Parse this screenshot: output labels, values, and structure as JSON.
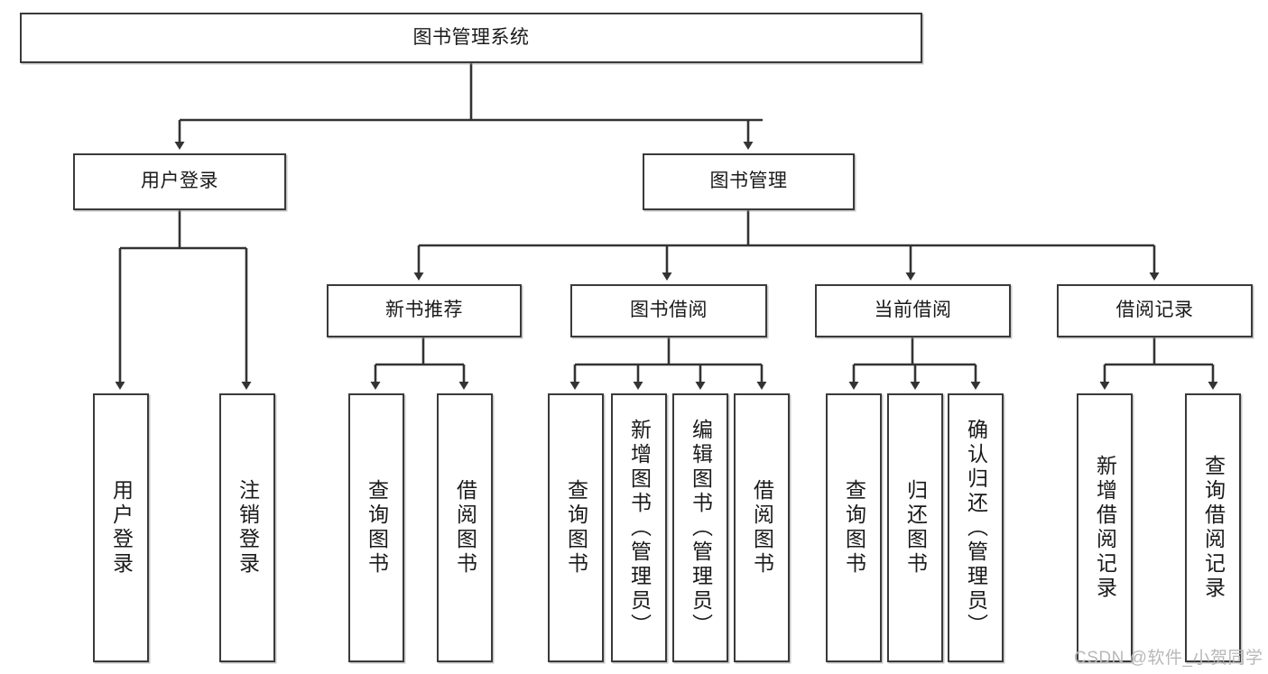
{
  "diagram": {
    "type": "tree-hierarchy-functional-decomposition",
    "root": {
      "id": "root",
      "label": "图书管理系统"
    },
    "level2": [
      {
        "id": "user-login",
        "label": "用户登录"
      },
      {
        "id": "book-management",
        "label": "图书管理"
      }
    ],
    "level3": [
      {
        "id": "new-book-recommend",
        "label": "新书推荐",
        "parent": "book-management"
      },
      {
        "id": "book-borrow",
        "label": "图书借阅",
        "parent": "book-management"
      },
      {
        "id": "current-borrow",
        "label": "当前借阅",
        "parent": "book-management"
      },
      {
        "id": "borrow-record",
        "label": "借阅记录",
        "parent": "book-management"
      }
    ],
    "leaves": [
      {
        "id": "leaf-user-login",
        "label": "用户登录",
        "parent": "user-login"
      },
      {
        "id": "leaf-logout-login",
        "label": "注销登录",
        "parent": "user-login"
      },
      {
        "id": "leaf-query-book-1",
        "label": "查询图书",
        "parent": "new-book-recommend"
      },
      {
        "id": "leaf-borrow-book-1",
        "label": "借阅图书",
        "parent": "new-book-recommend"
      },
      {
        "id": "leaf-query-book-2",
        "label": "查询图书",
        "parent": "book-borrow"
      },
      {
        "id": "leaf-add-book",
        "label": "新增图书（管理员）",
        "parent": "book-borrow"
      },
      {
        "id": "leaf-edit-book",
        "label": "编辑图书（管理员）",
        "parent": "book-borrow"
      },
      {
        "id": "leaf-borrow-book-2",
        "label": "借阅图书",
        "parent": "book-borrow"
      },
      {
        "id": "leaf-query-book-3",
        "label": "查询图书",
        "parent": "current-borrow"
      },
      {
        "id": "leaf-return-book",
        "label": "归还图书",
        "parent": "current-borrow"
      },
      {
        "id": "leaf-confirm-return",
        "label": "确认归还（管理员）",
        "parent": "current-borrow"
      },
      {
        "id": "leaf-add-borrow-record",
        "label": "新增借阅记录",
        "parent": "borrow-record"
      },
      {
        "id": "leaf-query-borrow-record",
        "label": "查询借阅记录",
        "parent": "borrow-record"
      }
    ]
  },
  "watermark": {
    "text": "CSDN @软件_小贺同学"
  },
  "colors": {
    "border": "#3a3a3a",
    "box_fill": "#ffffff",
    "text": "#1a1a1a",
    "connector": "#333333",
    "watermark": "#b8b8b8",
    "background": "#ffffff"
  }
}
